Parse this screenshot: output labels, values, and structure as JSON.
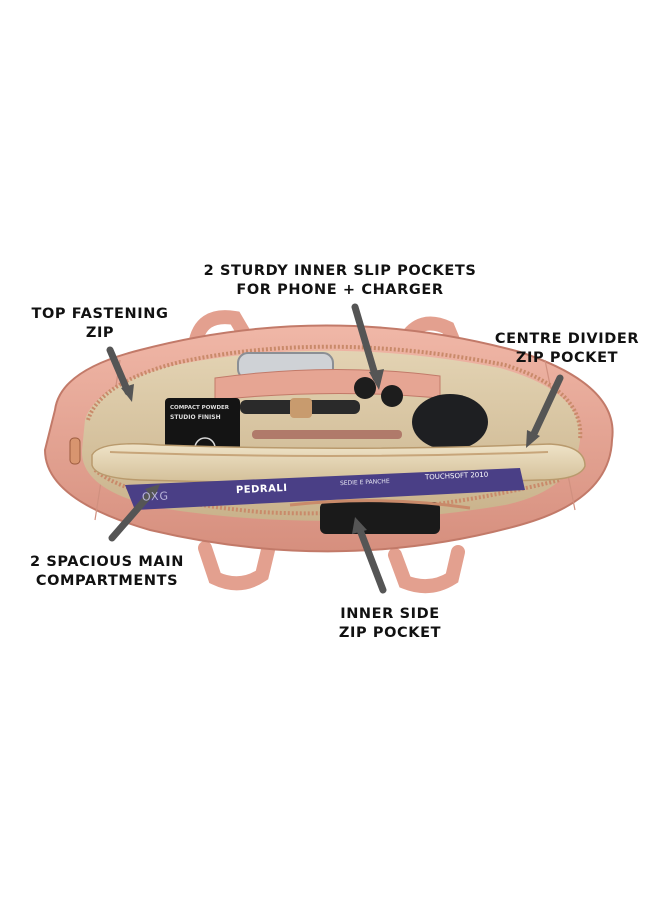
{
  "labels": {
    "slip_pockets": {
      "line1": "2 STURDY INNER SLIP POCKETS",
      "line2": "FOR PHONE + CHARGER"
    },
    "top_zip": {
      "line1": "TOP FASTENING",
      "line2": "ZIP"
    },
    "centre_divider": {
      "line1": "CENTRE DIVIDER",
      "line2": "ZIP POCKET"
    },
    "main_compartments": {
      "line1": "2 SPACIOUS MAIN",
      "line2": "COMPARTMENTS"
    },
    "side_zip": {
      "line1": "INNER SIDE",
      "line2": "ZIP POCKET"
    }
  },
  "product_text": {
    "powder_box_1": "STUDIO FINISH",
    "powder_box_2": "COMPACT POWDER",
    "book_brand": "PEDRALI",
    "book_sub": "SEDIE E PANCHE",
    "book_right": "TOUCHSOFT 2010",
    "book_left": "OXG"
  },
  "colors": {
    "leather": "#e9a898",
    "leather_dark": "#c9806f",
    "lining": "#d9c6a4",
    "zipper": "#c98a6a",
    "book": "#4a3f86",
    "pointer": "#555555"
  }
}
